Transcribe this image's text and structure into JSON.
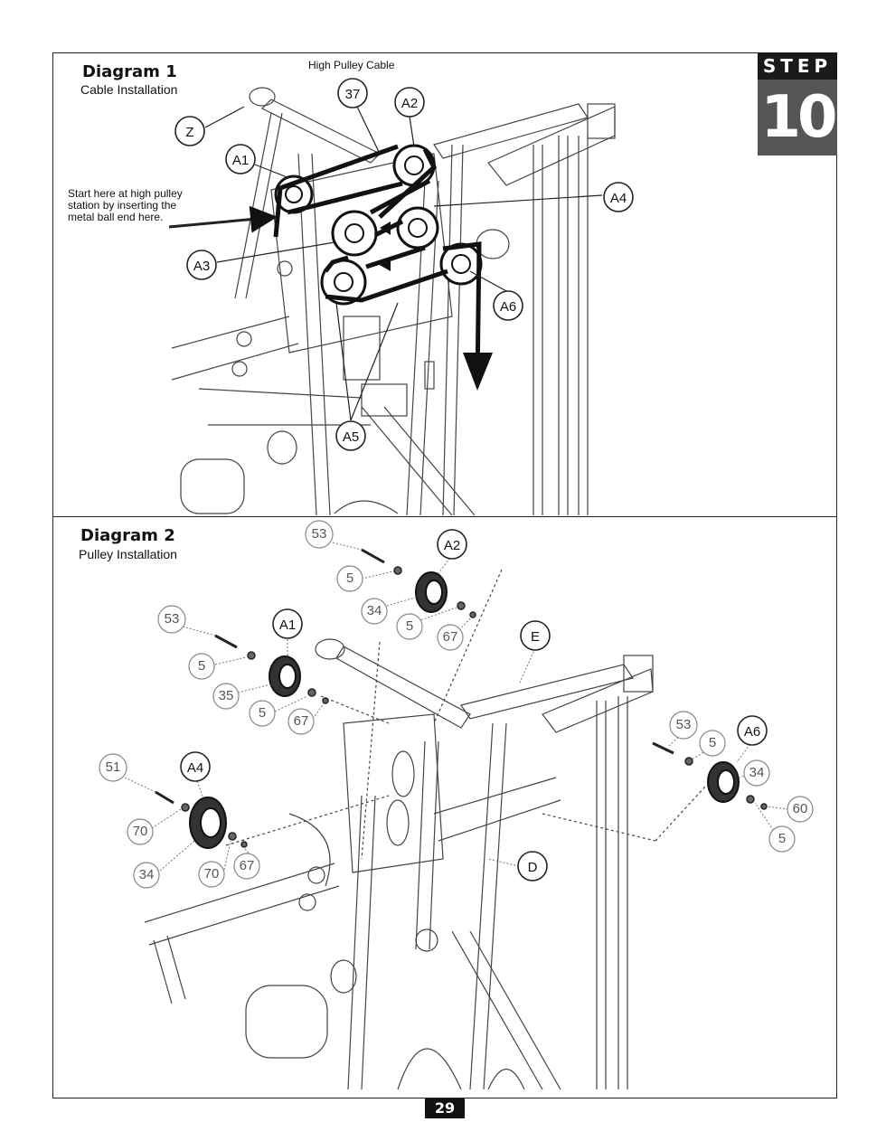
{
  "step": {
    "label": "STEP",
    "number": "10"
  },
  "diagram1": {
    "title": "Diagram 1",
    "subtitle": "Cable Installation",
    "cable_label": "High Pulley Cable",
    "start_note": [
      "Start here at high pulley",
      "station by inserting the",
      "metal ball end here."
    ],
    "callouts": [
      "Z",
      "37",
      "A2",
      "A1",
      "A4",
      "A3",
      "A6",
      "A5"
    ]
  },
  "diagram2": {
    "title": "Diagram 2",
    "subtitle": "Pulley Installation",
    "callouts": {
      "a2_group": [
        "53",
        "A2",
        "5",
        "34",
        "5",
        "67"
      ],
      "a1_group": [
        "53",
        "A1",
        "5",
        "35",
        "5",
        "67"
      ],
      "e": "E",
      "a6_group": [
        "53",
        "5",
        "A6",
        "34",
        "60",
        "5"
      ],
      "a4_group": [
        "51",
        "A4",
        "70",
        "34",
        "70",
        "67"
      ],
      "d": "D"
    }
  },
  "page_number": "29"
}
